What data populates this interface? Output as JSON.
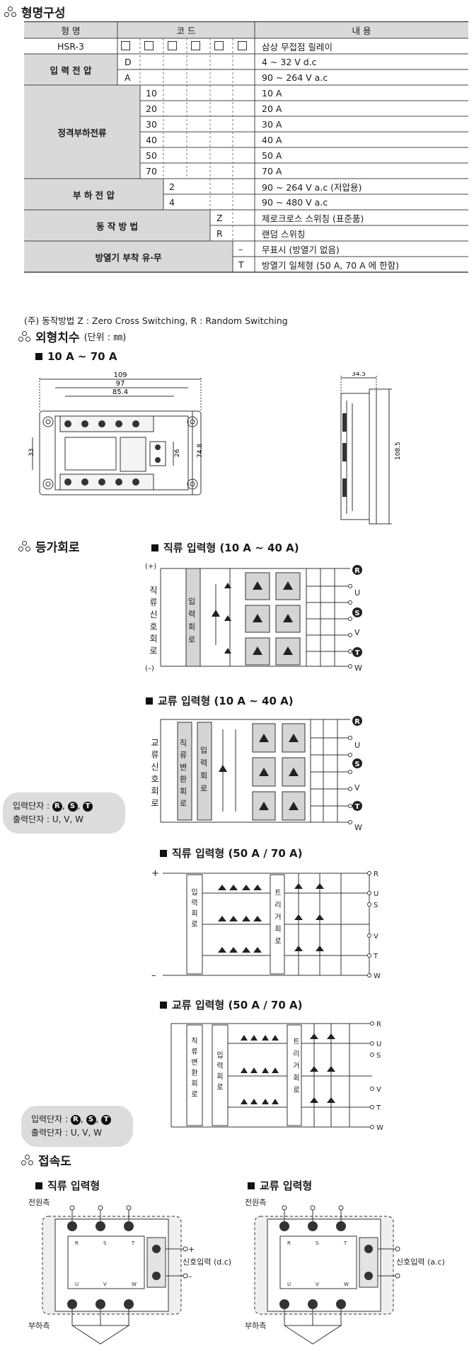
{
  "sections": {
    "model": "형명구성",
    "dimensions": "외형치수",
    "dimensions_unit": "(단위 : ㎜)",
    "equivalent": "등가회로",
    "connection": "접속도"
  },
  "table": {
    "headers": [
      "형 명",
      "코 드",
      "내    용"
    ],
    "model_name": "HSR-3",
    "model_desc": "삼상 무접점 릴레이",
    "input_voltage_label": "입 력 전 압",
    "input_voltage": [
      {
        "code": "D",
        "desc": "4 ~ 32 V d.c"
      },
      {
        "code": "A",
        "desc": "90 ~ 264 V a.c"
      }
    ],
    "rated_current_label": "정격부하전류",
    "rated_current": [
      {
        "code": "10",
        "desc": "10 A"
      },
      {
        "code": "20",
        "desc": "20 A"
      },
      {
        "code": "30",
        "desc": "30 A"
      },
      {
        "code": "40",
        "desc": "40 A"
      },
      {
        "code": "50",
        "desc": "50 A"
      },
      {
        "code": "70",
        "desc": "70 A"
      }
    ],
    "load_voltage_label": "부 하 전 압",
    "load_voltage": [
      {
        "code": "2",
        "desc": "90 ~ 264 V a.c (저압용)"
      },
      {
        "code": "4",
        "desc": "90 ~ 480 V a.c"
      }
    ],
    "operation_label": "동 작 방 법",
    "operation": [
      {
        "code": "Z",
        "desc": "제로크로스 스위칭 (표준품)"
      },
      {
        "code": "R",
        "desc": "랜덤 스위칭"
      }
    ],
    "heatsink_label": "방열기 부착 유·무",
    "heatsink": [
      {
        "code": "–",
        "desc": "무표시 (방열기 없음)"
      },
      {
        "code": "T",
        "desc": "방열기 일체형 (50 A, 70 A 에 한함)"
      }
    ]
  },
  "note": "(주) 동작방법 Z : Zero Cross Switching, R : Random Switching",
  "dimensions": {
    "subtitle": "10 A ~ 70 A",
    "labels": [
      "109",
      "97",
      "85.4",
      "33",
      "26",
      "74.8",
      "34.5",
      "108.5"
    ]
  },
  "circuits": {
    "dc_small": "직류 입력형 (10 A ~ 40 A)",
    "ac_small": "교류 입력형 (10 A ~ 40 A)",
    "dc_large": "직류 입력형 (50 A / 70 A)",
    "ac_large": "교류 입력형 (50 A / 70 A)",
    "input_circuit": "입력회로",
    "dc_ac_converter": "직류변환회로",
    "trigger_circuit": "트리거회로",
    "dc_signal": "직류신호회로",
    "ac_signal": "교류신호회로",
    "plus": "(+)",
    "minus": "(–)",
    "plus_short": "+",
    "minus_short": "–",
    "terminals_out": [
      "U",
      "V",
      "W"
    ],
    "terminals_in": [
      "R",
      "S",
      "T"
    ],
    "legend_input": "입력단자 :",
    "legend_output": "출력단자 : U, V, W"
  },
  "connection": {
    "dc_title": "직류 입력형",
    "ac_title": "교류 입력형",
    "power_side": "전원측",
    "load_side": "부하측",
    "dc_signal": "신호입력 (d.c)",
    "ac_signal": "신호입력 (a.c)",
    "rst": [
      "R",
      "S",
      "T"
    ],
    "uvw": [
      "U",
      "V",
      "W"
    ],
    "plus": "+",
    "minus": "–"
  }
}
